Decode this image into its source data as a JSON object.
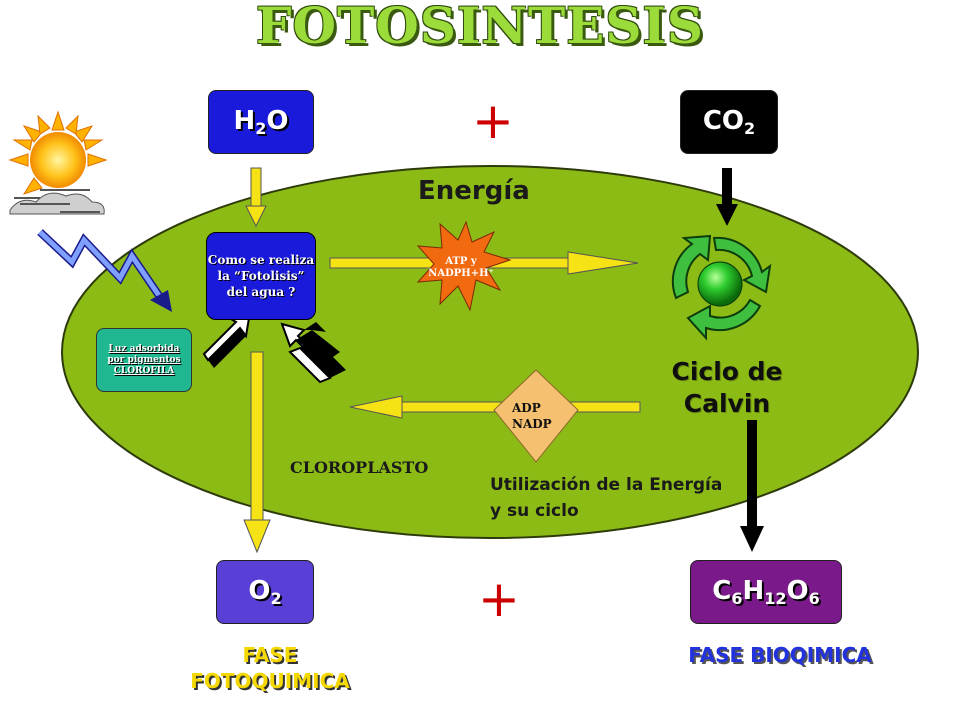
{
  "title": "FOTOSINTESIS",
  "reactants": {
    "water": {
      "symbol": "H",
      "sub1": "2",
      "symbol2": "O"
    },
    "plus": "+",
    "co2": {
      "symbol": "CO",
      "sub1": "2"
    }
  },
  "energy_label": "Energía",
  "fotolisis_box": {
    "line1": "Como se realiza",
    "line2": "la “Fotolisis”",
    "line3": "del agua ?"
  },
  "atp_star": {
    "line1": "ATP y",
    "line2": "NADPH+H⁺"
  },
  "adp_diamond": {
    "line1": "ADP",
    "line2": "NADP"
  },
  "light_box": {
    "line1": "Luz adsorbida",
    "line2": "por pigmentos",
    "line3": "CLOROFILA"
  },
  "calvin": {
    "line1": "Ciclo de",
    "line2": "Calvin"
  },
  "chloroplast_label": "CLOROPLASTO",
  "utilization": {
    "line1": "Utilización de la Energía",
    "line2": "y su ciclo"
  },
  "products": {
    "o2": {
      "symbol": "O",
      "sub1": "2"
    },
    "plus": "+",
    "glucose": {
      "c": "C",
      "c_sub": "6",
      "h": "H",
      "h_sub": "12",
      "o": "O",
      "o_sub": "6"
    }
  },
  "phases": {
    "photochemical": {
      "line1": "FASE",
      "line2": "FOTOQUIMICA"
    },
    "biochemical": "FASE BIOQIMICA"
  },
  "colors": {
    "title": "#9BDB3A",
    "chloroplast": "#8DBB16",
    "water_box": "#1a1adb",
    "co2_box": "#000000",
    "o2_box": "#5a3fd6",
    "glucose_box": "#7a1a8a",
    "yellow_arrow": "#f5e316",
    "photochemical_phase": "#f5d800",
    "biochemical_phase": "#2233dd",
    "plus": "#cc0000",
    "atp_star": "#f26a10",
    "adp_diamond": "#f5c070",
    "light_box": "#20b890"
  },
  "icons": [
    "sun-cloud-icon",
    "lightning-bolt-icon",
    "recycle-cycle-icon"
  ]
}
